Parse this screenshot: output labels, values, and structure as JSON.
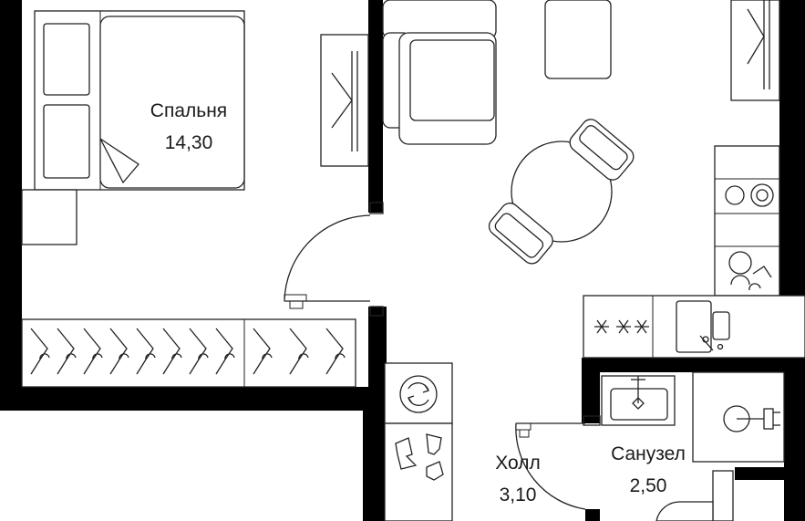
{
  "rooms": {
    "bedroom": {
      "name": "Спальня",
      "area": "14,30"
    },
    "hall": {
      "name": "Холл",
      "area": "3,10"
    },
    "bathroom": {
      "name": "Санузел",
      "area": "2,50"
    }
  },
  "icons": {
    "cooktop": "three-star-hob-icon",
    "washer": "washing-machine-icon",
    "shoes": "shoes-icon"
  }
}
